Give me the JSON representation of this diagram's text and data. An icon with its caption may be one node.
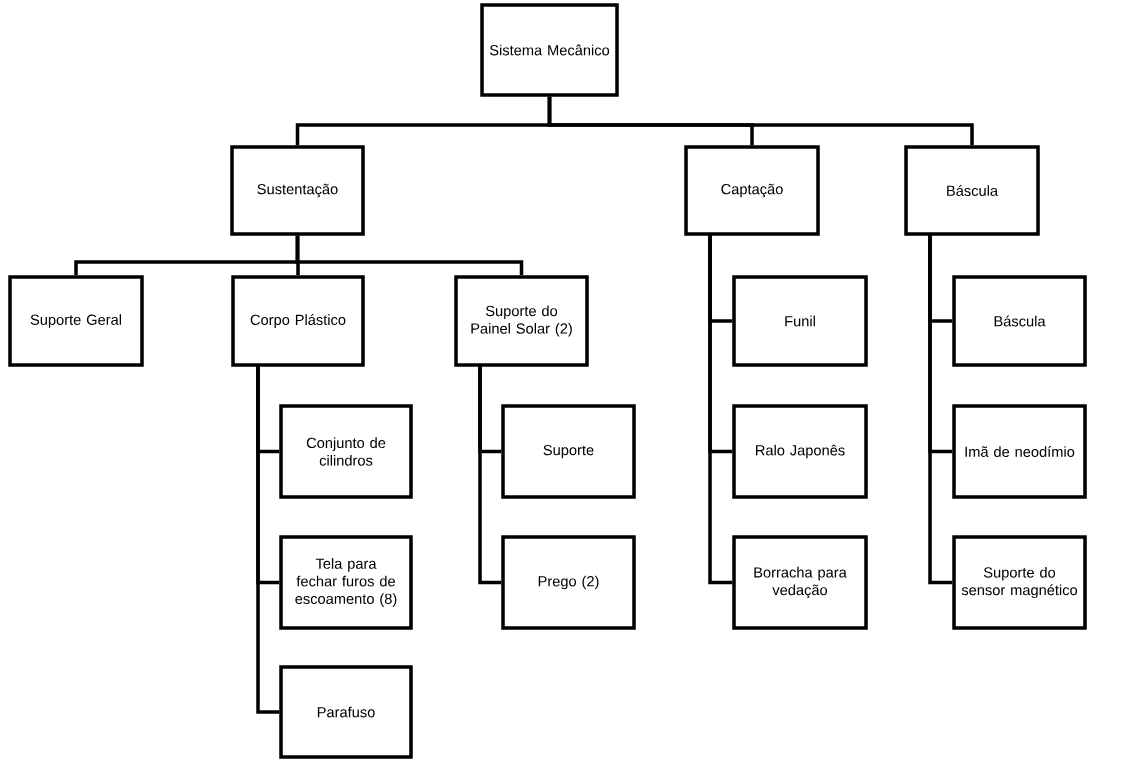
{
  "diagram": {
    "nodes": [
      {
        "text": [
          "Sistema Mecânico"
        ]
      },
      {
        "text": [
          "Sustentação"
        ]
      },
      {
        "text": [
          "Captação"
        ]
      },
      {
        "text": [
          "Báscula"
        ]
      },
      {
        "text": [
          "Suporte Geral"
        ]
      },
      {
        "text": [
          "Corpo Plástico"
        ]
      },
      {
        "text": [
          "Suporte do Painel Solar (2)"
        ]
      },
      {
        "text": [
          "Conjunto de cilindros"
        ]
      },
      {
        "text": [
          "Tela para fechar furos de escoamento (8)"
        ]
      },
      {
        "text": [
          "Parafuso"
        ]
      },
      {
        "text": [
          "Suporte"
        ]
      },
      {
        "text": [
          "Prego (2)"
        ]
      },
      {
        "text": [
          "Funil"
        ]
      },
      {
        "text": [
          "Ralo Japonês"
        ]
      },
      {
        "text": [
          "Borracha para vedação"
        ]
      },
      {
        "text": [
          "Báscula"
        ]
      },
      {
        "text": [
          "Imã de neodímio"
        ]
      },
      {
        "text": [
          "Suporte do sensor magnético"
        ]
      }
    ],
    "edges": [
      {
        "from": 0,
        "to": 1,
        "arrow": "none"
      },
      {
        "from": 0,
        "to": 2,
        "arrow": "none"
      },
      {
        "from": 0,
        "to": 3,
        "arrow": "none"
      },
      {
        "from": 1,
        "to": 4,
        "arrow": "none"
      },
      {
        "from": 1,
        "to": 5,
        "arrow": "none"
      },
      {
        "from": 1,
        "to": 6,
        "arrow": "none"
      },
      {
        "from": 5,
        "to": 7,
        "arrow": "none"
      },
      {
        "from": 5,
        "to": 8,
        "arrow": "none"
      },
      {
        "from": 5,
        "to": 9,
        "arrow": "none"
      },
      {
        "from": 6,
        "to": 10,
        "arrow": "none"
      },
      {
        "from": 6,
        "to": 11,
        "arrow": "none"
      },
      {
        "from": 2,
        "to": 12,
        "arrow": "none"
      },
      {
        "from": 2,
        "to": 13,
        "arrow": "none"
      },
      {
        "from": 2,
        "to": 14,
        "arrow": "none"
      },
      {
        "from": 3,
        "to": 15,
        "arrow": "none"
      },
      {
        "from": 3,
        "to": 16,
        "arrow": "none"
      },
      {
        "from": 3,
        "to": 17,
        "arrow": "none"
      }
    ]
  }
}
